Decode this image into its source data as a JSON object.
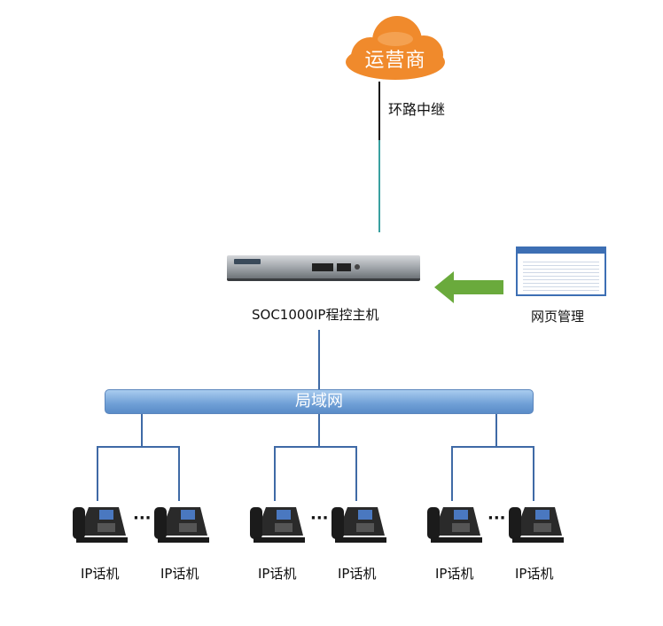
{
  "diagram": {
    "cloud_label": "运营商",
    "trunk_label": "环路中继",
    "host_label": "SOC1000IP程控主机",
    "web_label": "网页管理",
    "lan_label": "局域网",
    "phone_label": "IP话机",
    "ellipsis": "···",
    "colors": {
      "cloud": "#f08a2c",
      "lan": "#6f9fd6",
      "line": "#3f6aa6",
      "trunk_top": "#111111",
      "trunk_bottom": "#3aa0a0",
      "arrow": "#6aaa3c"
    }
  }
}
